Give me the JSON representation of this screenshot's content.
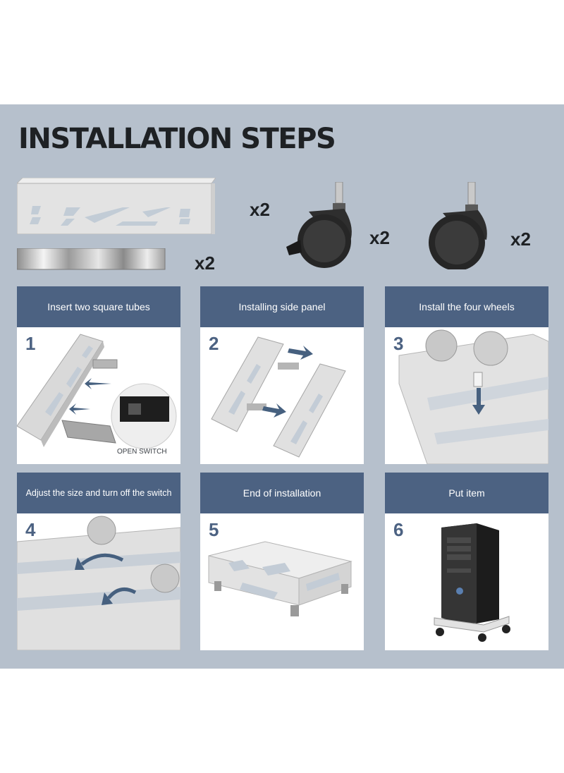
{
  "title": "INSTALLATION STEPS",
  "parts": [
    {
      "name": "side-panel",
      "quantity": "x2"
    },
    {
      "name": "square-tube",
      "quantity": "x2"
    },
    {
      "name": "wheel",
      "quantity": "x2"
    },
    {
      "name": "wheel",
      "quantity": "x2"
    }
  ],
  "steps": [
    {
      "number": "1",
      "title": "Insert two square tubes",
      "note": "OPEN SWITCH"
    },
    {
      "number": "2",
      "title": "Installing side panel"
    },
    {
      "number": "3",
      "title": "Install the four wheels"
    },
    {
      "number": "4",
      "title": "Adjust the size and turn off the switch"
    },
    {
      "number": "5",
      "title": "End of installation"
    },
    {
      "number": "6",
      "title": "Put item"
    }
  ],
  "colors": {
    "background": "#b6c0cc",
    "header": "#4c6282",
    "accent_number": "#4c6282",
    "title_text": "#1e2124"
  }
}
